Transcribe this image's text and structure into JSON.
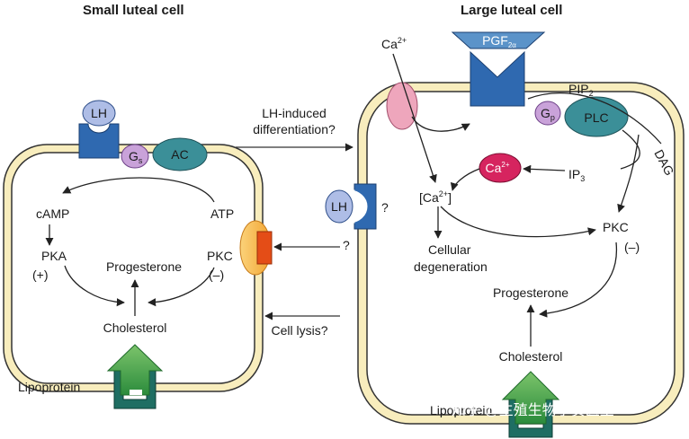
{
  "small_cell": {
    "title": "Small luteal cell",
    "lh": "LH",
    "gs": "G",
    "gs_sub": "s",
    "ac": "AC",
    "camp": "cAMP",
    "pka": "PKA",
    "pka_sign": "(+)",
    "atp": "ATP",
    "pkc": "PKC",
    "pkc_sign": "(–)",
    "progesterone": "Progesterone",
    "cholesterol": "Cholesterol",
    "lipoprotein": "Lipoprotein"
  },
  "middle": {
    "lh_induced_1": "LH-induced",
    "lh_induced_2": "differentiation?",
    "question_1": "?",
    "question_2": "?",
    "cell_lysis": "Cell lysis?"
  },
  "large_cell": {
    "title": "Large luteal cell",
    "ca_top": "Ca",
    "ca_top_sup": "2+",
    "pgf": "PGF",
    "pgf_sub": "2α",
    "pip": "PIP",
    "pip_sub": "2",
    "gp": "G",
    "gp_sub": "p",
    "plc": "PLC",
    "dag": "DAG",
    "ca_store": "Ca",
    "ca_store_sup": "2+",
    "ip3": "IP",
    "ip3_sub": "3",
    "ca_int_open": "[Ca",
    "ca_int_sup": "2+",
    "ca_int_close": "]",
    "lh": "LH",
    "cellular": "Cellular",
    "degeneration": "degeneration",
    "pkc": "PKC",
    "pkc_sign": "(–)",
    "progesterone": "Progesterone",
    "cholesterol": "Cholesterol",
    "lipoprotein": "Lipoprotein"
  },
  "watermark": "知乎 @生殖生物学贺医生",
  "colors": {
    "membrane_fill": "#f8edbd",
    "membrane_stroke": "#333333",
    "receptor_blue": "#2f69b0",
    "lh_ligand": "#aebde6",
    "g_protein": "#c9a2d9",
    "enzyme_teal": "#3b8f98",
    "calcium_red": "#d6245f",
    "channel_pink": "#eea6bc",
    "lipoprotein_green": "#3d9c45",
    "orange_receptor": "#f5a623"
  }
}
